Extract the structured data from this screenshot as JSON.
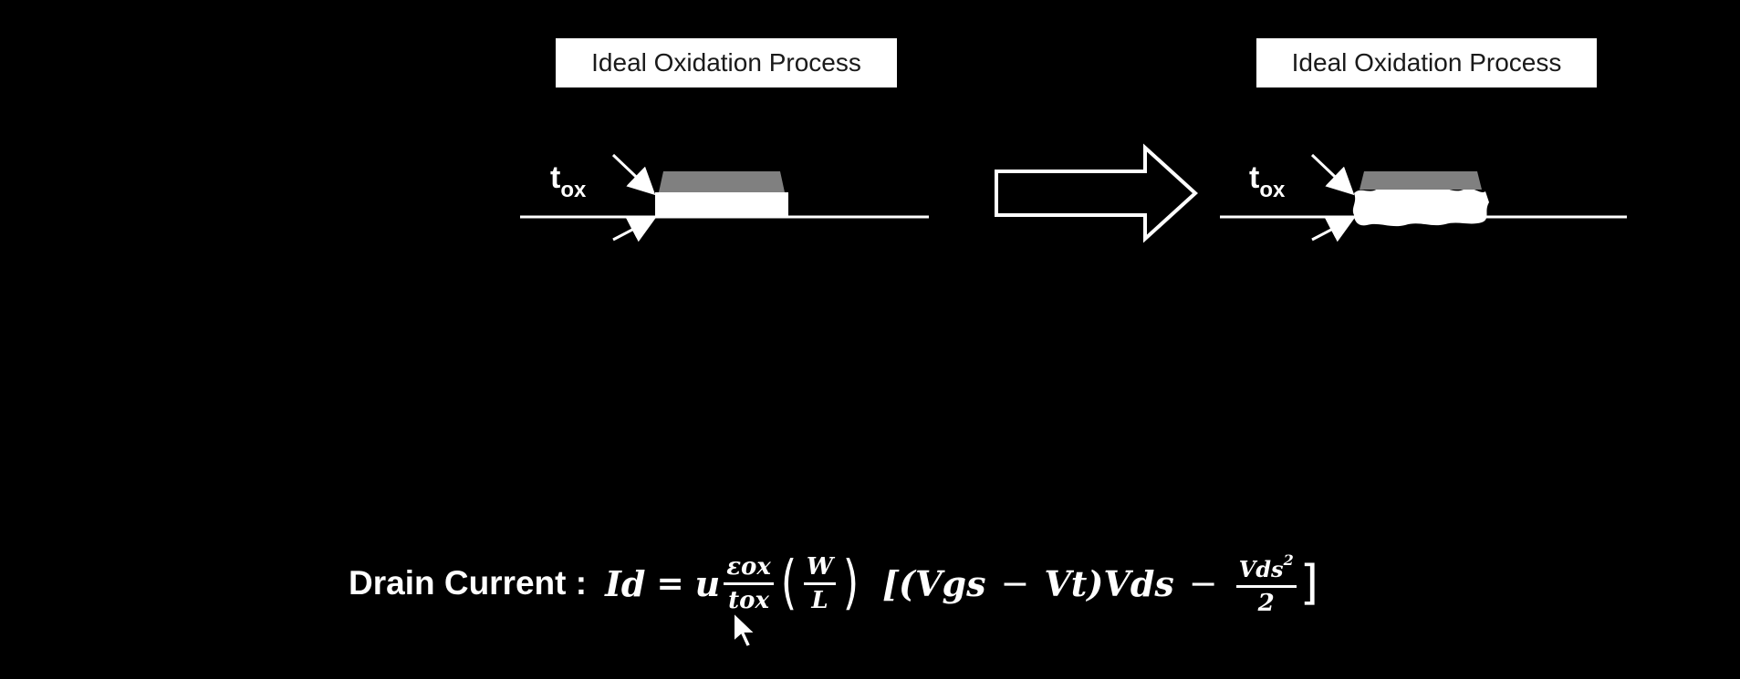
{
  "panels": {
    "left_title": "Ideal Oxidation Process",
    "right_title": "Ideal Oxidation Process"
  },
  "labels": {
    "tox_main": "t",
    "tox_sub": "ox"
  },
  "equation": {
    "prefix": "Drain Current :",
    "lhs": "Id",
    "equals": "=",
    "mu": "u",
    "frac1_num": "εox",
    "frac1_den": "tox",
    "frac2_num": "W",
    "frac2_den": "L",
    "term_open": "[(",
    "vgs": "Vgs",
    "minus1": "−",
    "vt": "Vt",
    "vds": ")Vds",
    "minus2": "−",
    "frac3_num": "Vds",
    "frac3_sup": "2",
    "frac3_den": "2",
    "term_close": "]"
  },
  "colors": {
    "background": "#000000",
    "line": "#ffffff",
    "gate": "#808080",
    "oxide": "#ffffff",
    "title_box": "#ffffff",
    "title_text": "#1a1a1a"
  },
  "icons": {
    "process_arrow": "right-arrow-outline",
    "cursor": "mouse-pointer"
  }
}
